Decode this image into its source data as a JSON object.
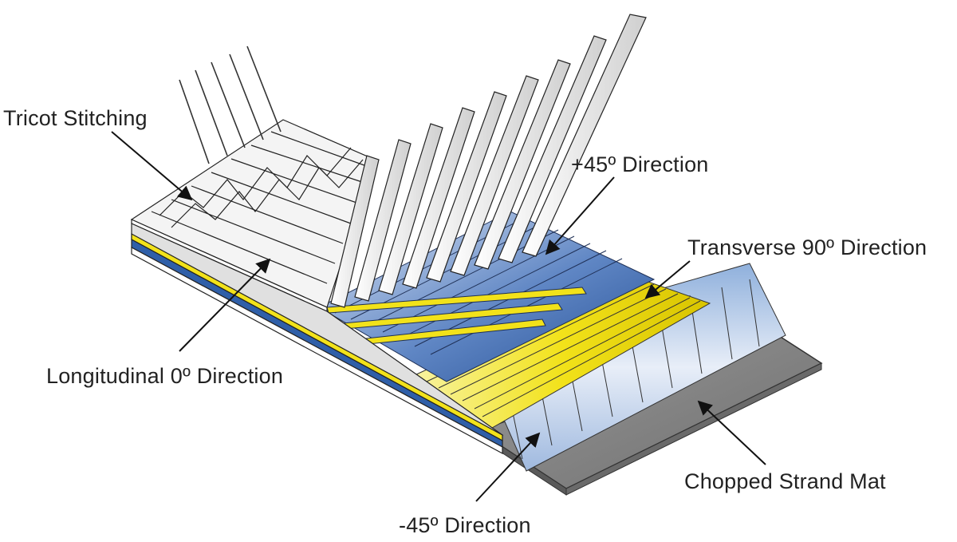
{
  "labels": {
    "tricot_stitching": "Tricot Stitching",
    "plus45_direction": "+45º Direction",
    "transverse_90_direction": "Transverse 90º Direction",
    "longitudinal_0_direction": "Longitudinal 0º Direction",
    "chopped_strand_mat": "Chopped Strand Mat",
    "minus45_direction": "-45º Direction"
  },
  "colors": {
    "plus45_layer": "#2f5fa8",
    "transverse_layer": "#f2e21a",
    "minus45_layer": "#b9cbe6",
    "chopped_mat": "#8a8a8a",
    "longitudinal_layer": "#e6e6e6",
    "outline": "#222222"
  }
}
